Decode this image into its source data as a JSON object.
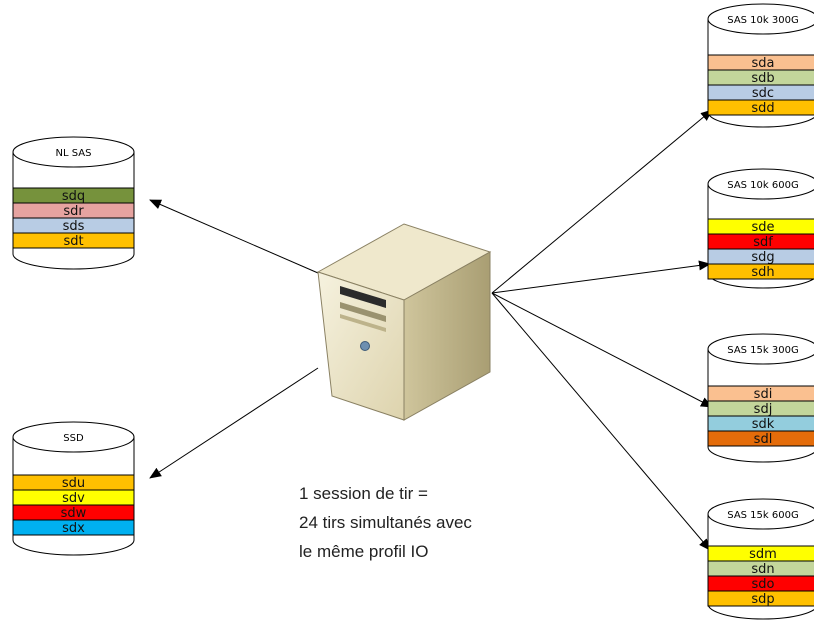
{
  "caption": {
    "line1": "1 session de tir =",
    "line2": "24 tirs simultanés avec",
    "line3": "le même profil IO"
  },
  "groups": [
    {
      "title": "NL SAS",
      "disks": [
        {
          "label": "sdq",
          "color": "#76923c"
        },
        {
          "label": "sdr",
          "color": "#e6a3a0"
        },
        {
          "label": "sds",
          "color": "#b8cce4"
        },
        {
          "label": "sdt",
          "color": "#ffc000"
        }
      ]
    },
    {
      "title": "SSD",
      "disks": [
        {
          "label": "sdu",
          "color": "#ffc000"
        },
        {
          "label": "sdv",
          "color": "#ffff00"
        },
        {
          "label": "sdw",
          "color": "#ff0000"
        },
        {
          "label": "sdx",
          "color": "#00b0f0"
        }
      ]
    },
    {
      "title": "SAS 10k 300G",
      "disks": [
        {
          "label": "sda",
          "color": "#fac090"
        },
        {
          "label": "sdb",
          "color": "#c3d69b"
        },
        {
          "label": "sdc",
          "color": "#b8cce4"
        },
        {
          "label": "sdd",
          "color": "#ffc000"
        }
      ]
    },
    {
      "title": "SAS 10k 600G",
      "disks": [
        {
          "label": "sde",
          "color": "#ffff00"
        },
        {
          "label": "sdf",
          "color": "#ff0000"
        },
        {
          "label": "sdg",
          "color": "#b8cce4"
        },
        {
          "label": "sdh",
          "color": "#ffc000"
        }
      ]
    },
    {
      "title": "SAS 15k 300G",
      "disks": [
        {
          "label": "sdi",
          "color": "#fac090"
        },
        {
          "label": "sdj",
          "color": "#c3d69b"
        },
        {
          "label": "sdk",
          "color": "#93cddd"
        },
        {
          "label": "sdl",
          "color": "#e46c0a"
        }
      ]
    },
    {
      "title": "SAS 15k 600G",
      "disks": [
        {
          "label": "sdm",
          "color": "#ffff00"
        },
        {
          "label": "sdn",
          "color": "#c3d69b"
        },
        {
          "label": "sdo",
          "color": "#ff0000"
        },
        {
          "label": "sdp",
          "color": "#ffc000"
        }
      ]
    }
  ]
}
